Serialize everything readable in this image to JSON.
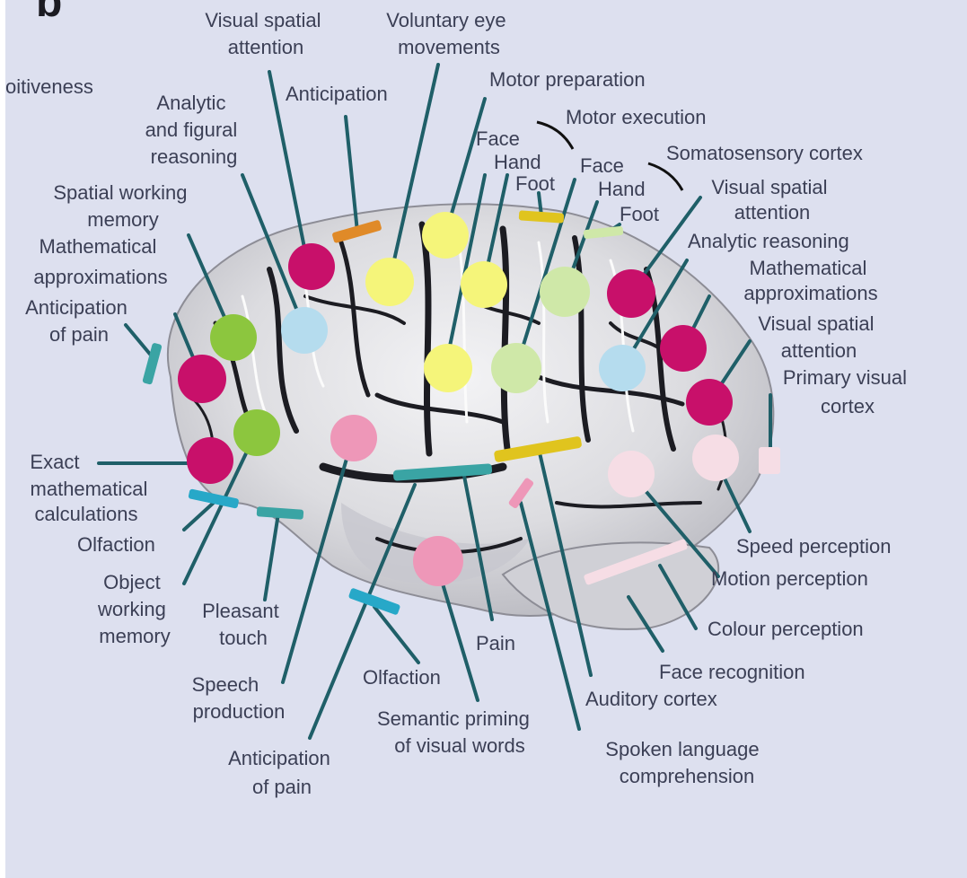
{
  "panel_letter": "b",
  "colors": {
    "background": "#dde0ef",
    "leader": "#1f5f68",
    "magenta": "#c8106a",
    "yellow": "#f5f57a",
    "pale_green": "#cfe8a8",
    "light_blue": "#b5dcee",
    "green": "#8cc63e",
    "pink": "#ee97b8",
    "pale_pink": "#f6dde5",
    "teal": "#3aa4a4",
    "orange": "#e08a28",
    "gold": "#e0c41e",
    "cyan": "#27a8c8"
  },
  "labels": {
    "cognitive_competitiveness": "oitiveness",
    "visual_spatial_attention_top": [
      "Visual spatial",
      "attention"
    ],
    "voluntary_eye_movements": [
      "Voluntary eye",
      "movements"
    ],
    "anticipation": "Anticipation",
    "motor_preparation": "Motor preparation",
    "analytic_figural_reasoning": [
      "Analytic",
      "and figural",
      "reasoning"
    ],
    "motor_execution": "Motor execution",
    "motor_face": "Face",
    "motor_hand": "Hand",
    "motor_foot": "Foot",
    "somatosensory_cortex": "Somatosensory cortex",
    "somato_face": "Face",
    "somato_hand": "Hand",
    "somato_foot": "Foot",
    "spatial_working_memory": [
      "Spatial working",
      "memory"
    ],
    "visual_spatial_attention_right": [
      "Visual spatial",
      "attention"
    ],
    "mathematical_approximations_left": [
      "Mathematical",
      "approximations"
    ],
    "analytic_reasoning": "Analytic reasoning",
    "mathematical_approximations_right": [
      "Mathematical",
      "approximations"
    ],
    "anticipation_of_pain_left": [
      "Anticipation",
      "of pain"
    ],
    "visual_spatial_attention_lower": [
      "Visual spatial",
      "attention"
    ],
    "primary_visual_cortex": [
      "Primary visual",
      "cortex"
    ],
    "exact_mathematical_calculations": [
      "Exact",
      "mathematical",
      "calculations"
    ],
    "olfaction_left": "Olfaction",
    "object_working_memory": [
      "Object",
      "working",
      "memory"
    ],
    "pleasant_touch": [
      "Pleasant",
      "touch"
    ],
    "speed_perception": "Speed perception",
    "motion_perception": "Motion perception",
    "colour_perception": "Colour perception",
    "pain": "Pain",
    "face_recognition": "Face recognition",
    "olfaction_bottom": "Olfaction",
    "speech_production": [
      "Speech",
      "production"
    ],
    "auditory_cortex": "Auditory cortex",
    "semantic_priming": [
      "Semantic priming",
      "of visual words"
    ],
    "spoken_language_comprehension": [
      "Spoken language",
      "comprehension"
    ],
    "anticipation_of_pain_bottom": [
      "Anticipation",
      "of pain"
    ]
  }
}
